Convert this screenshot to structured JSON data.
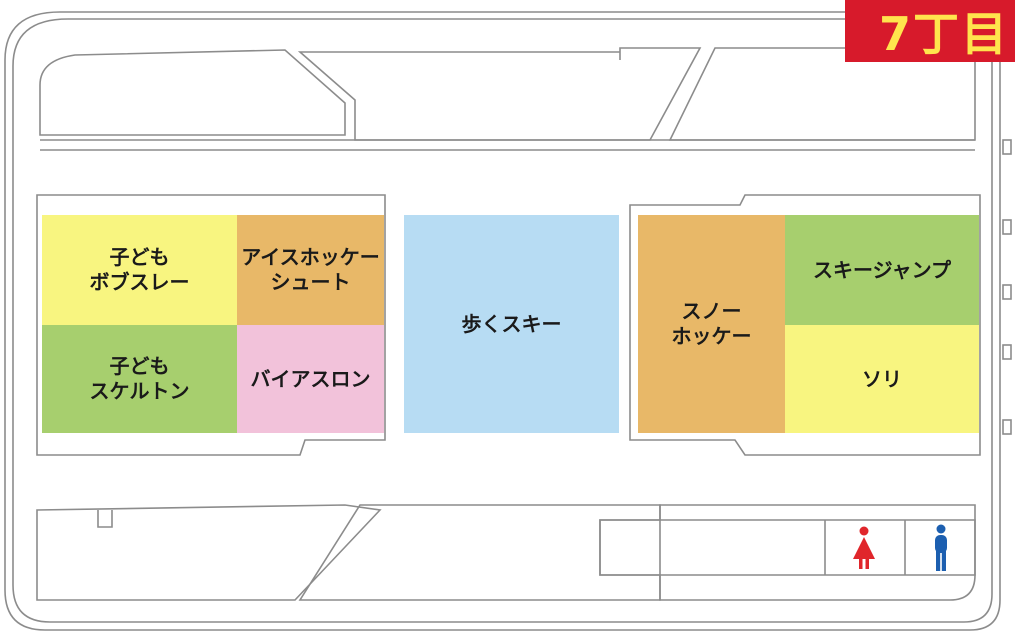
{
  "badge": {
    "label": "7丁目",
    "bg": "#d71a2b",
    "fg": "#ffe44d"
  },
  "zones": [
    {
      "id": "kids-bobsleigh",
      "label": "子ども\nボブスレー",
      "color": "#f8f580"
    },
    {
      "id": "ice-hockey-shoot",
      "label": "アイスホッケー\nシュート",
      "color": "#e8b868"
    },
    {
      "id": "kids-skeleton",
      "label": "子ども\nスケルトン",
      "color": "#a7cf6e"
    },
    {
      "id": "biathlon",
      "label": "バイアスロン",
      "color": "#f2c2da"
    },
    {
      "id": "walking-ski",
      "label": "歩くスキー",
      "color": "#b7dcf3"
    },
    {
      "id": "snow-hockey",
      "label": "スノー\nホッケー",
      "color": "#e8b868"
    },
    {
      "id": "ski-jump",
      "label": "スキージャンプ",
      "color": "#a7cf6e"
    },
    {
      "id": "sled",
      "label": "ソリ",
      "color": "#f8f580"
    }
  ],
  "facilities": {
    "womens_restroom": {
      "icon": "female-restroom-icon",
      "color": "#e0262b"
    },
    "mens_restroom": {
      "icon": "male-restroom-icon",
      "color": "#1c5fb0"
    }
  },
  "outline_color": "#888888"
}
